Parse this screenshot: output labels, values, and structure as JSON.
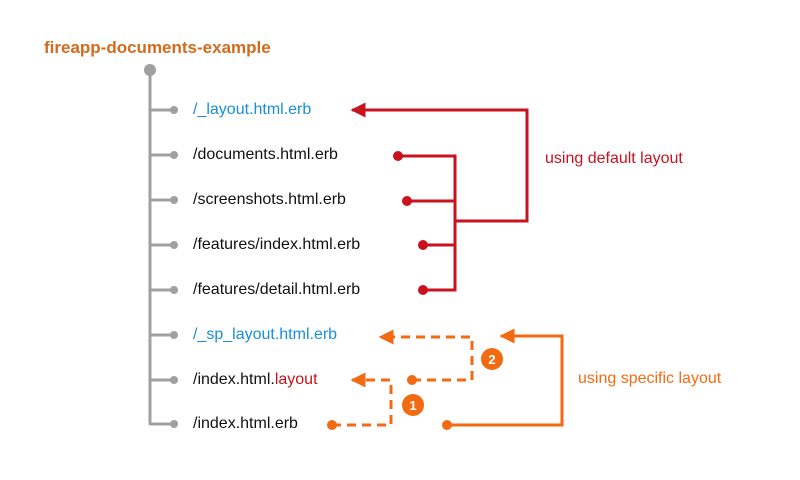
{
  "root": {
    "name": "fireapp-documents-example"
  },
  "files": [
    {
      "text": "/_layout.html.erb",
      "role": "layout"
    },
    {
      "text": "/documents.html.erb",
      "role": "page"
    },
    {
      "text": "/screenshots.html.erb",
      "role": "page"
    },
    {
      "text": "/features/index.html.erb",
      "role": "page"
    },
    {
      "text": "/features/detail.html.erb",
      "role": "page"
    },
    {
      "text": "/_sp_layout.html.erb",
      "role": "layout"
    },
    {
      "text": "/index.html.",
      "suffix": "layout",
      "role": "page"
    },
    {
      "text": "/index.html.erb",
      "role": "page"
    }
  ],
  "annotations": {
    "default_layout": "using default layout",
    "specific_layout": "using specific layout"
  },
  "badges": [
    "1",
    "2"
  ],
  "colors": {
    "tree": "#a0a0a0",
    "layout_text": "#1a8fd8",
    "default_path": "#c8121e",
    "specific_path": "#f26a12",
    "root_title": "#d46a1c",
    "suffix_text": "#c8121e"
  }
}
